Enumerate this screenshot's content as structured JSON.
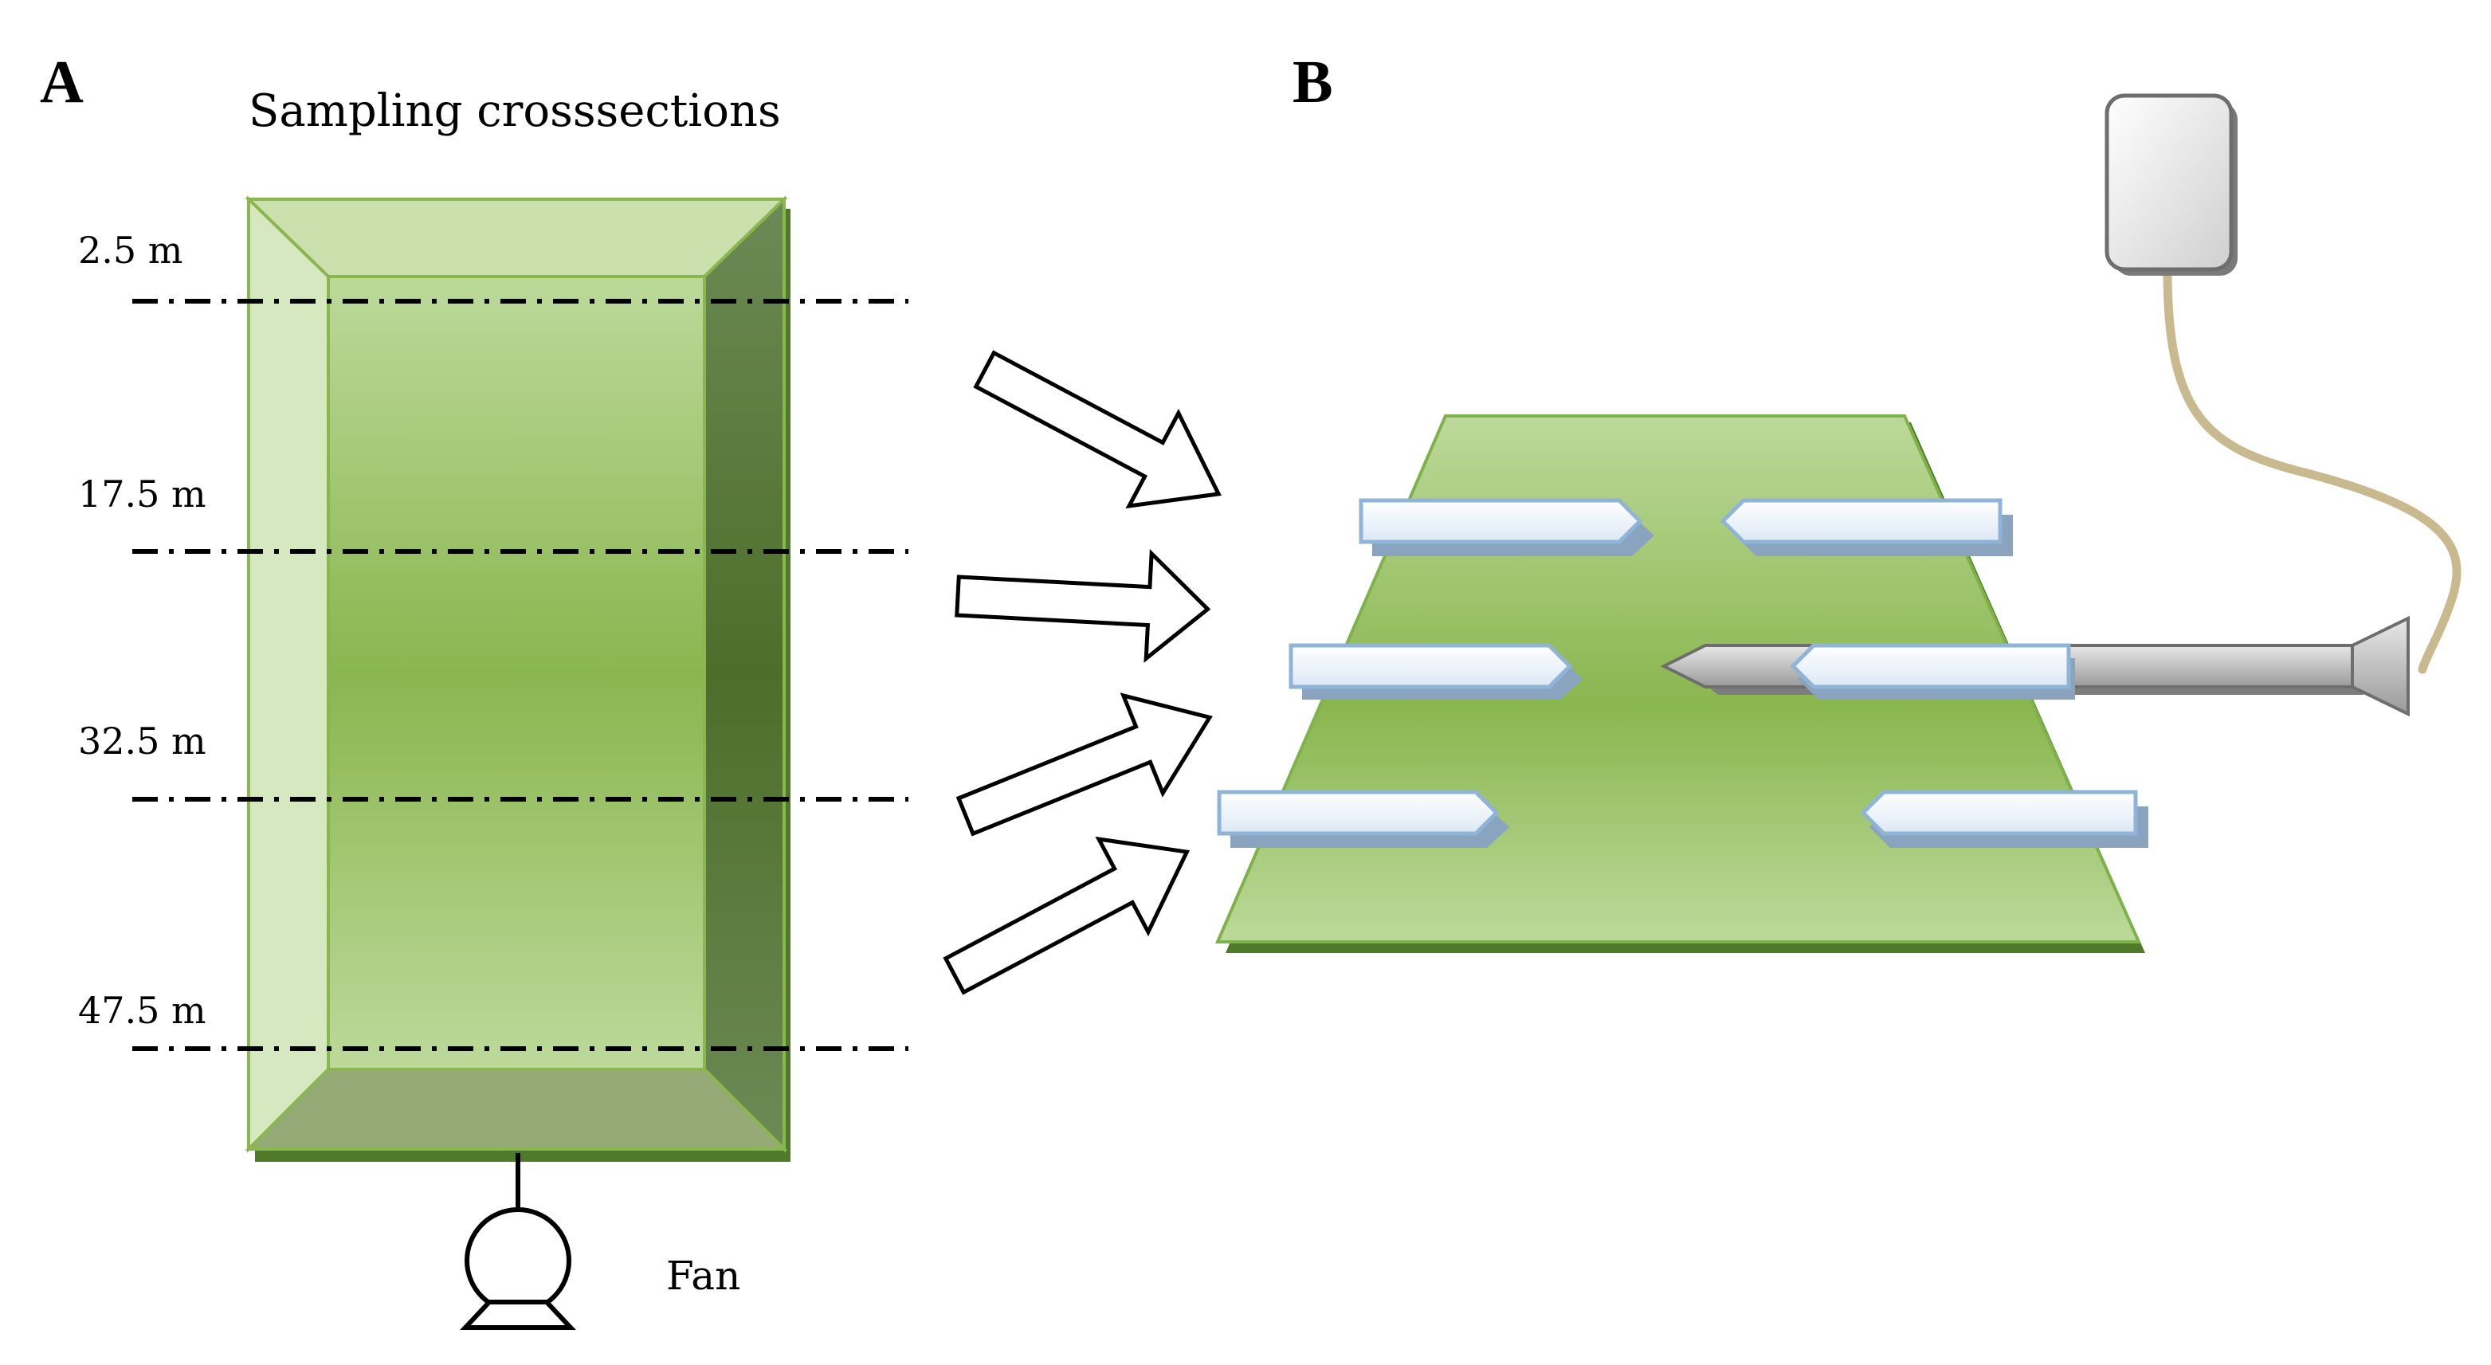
{
  "panels": {
    "a": {
      "letter": "A",
      "title": "Sampling crosssections"
    },
    "b": {
      "letter": "B"
    }
  },
  "crosssections": [
    {
      "label": "2.5 m"
    },
    {
      "label": "17.5 m"
    },
    {
      "label": "32.5 m"
    },
    {
      "label": "47.5 m"
    }
  ],
  "fan": {
    "label": "Fan"
  },
  "colors": {
    "green_dark": "#4e7a29",
    "green_mid": "#8ab64f",
    "green_light": "#c8dfaa",
    "green_border": "#7fb24a",
    "probe_blue": "#8fb4d8",
    "tube": "#c9b98e",
    "probe_gray": "#8c8c8c"
  },
  "icons": [
    "fan-icon",
    "arrow-icon",
    "sampling-probe-icon",
    "sensor-box-icon"
  ]
}
